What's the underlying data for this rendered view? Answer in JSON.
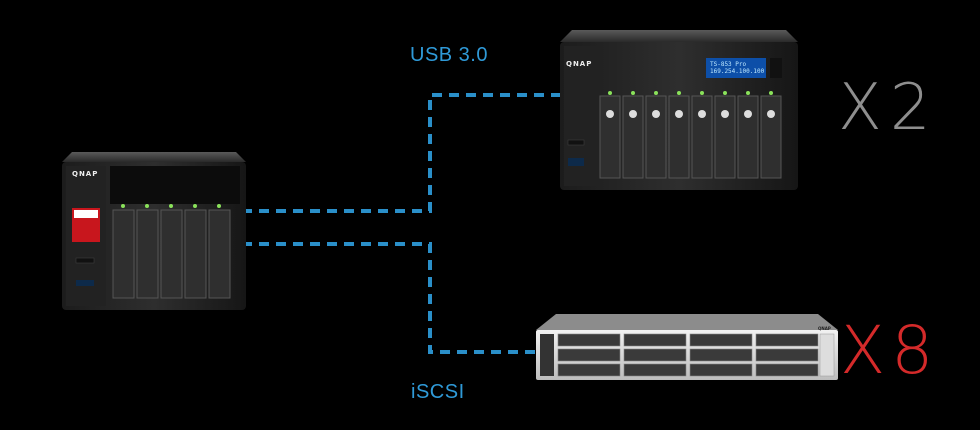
{
  "connections": {
    "usb_label": "USB 3.0",
    "iscsi_label": "iSCSI"
  },
  "multipliers": {
    "top": "X2",
    "bottom": "X8",
    "top_color": "#8e8e8e",
    "bottom_color": "#d42a2a"
  },
  "devices": {
    "nas_tower": {
      "logo": "QNAP",
      "badge": "AMD"
    },
    "expansion": {
      "logo": "QNAP",
      "lcd_line1": "TS-853 Pro",
      "lcd_line2": "169.254.100.100"
    },
    "rackmount": {
      "logo": "QNAP"
    }
  },
  "colors": {
    "line": "#2a8fc9",
    "label": "#2f9ad8"
  }
}
